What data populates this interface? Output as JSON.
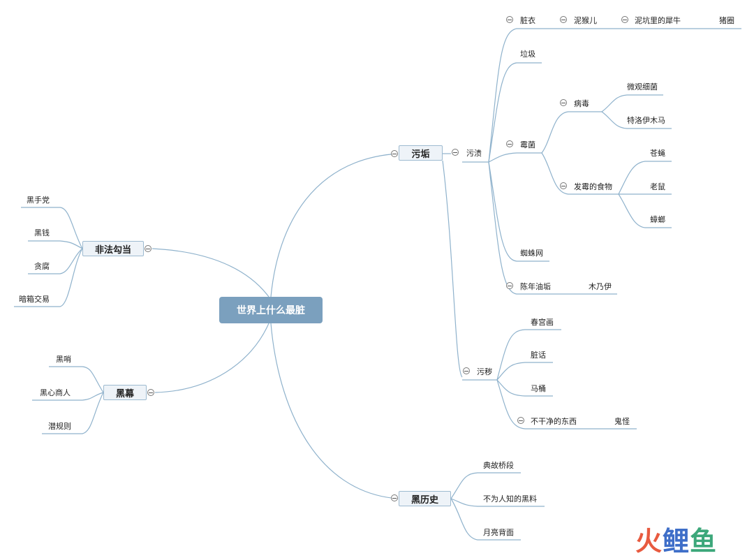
{
  "root": "世界上什么最脏",
  "branches": {
    "wugou": {
      "label": "污垢",
      "wuzi": {
        "label": "污渍",
        "zangyi": "脏衣",
        "nihouer": "泥猴儿",
        "nikeng": "泥坑里的犀牛",
        "zhujuan": "猪圈",
        "laji": "垃圾",
        "meijun": "霉菌",
        "bingdu": "病毒",
        "weiguan": "微观细菌",
        "teluoyi": "特洛伊木马",
        "famei": "发霉的食物",
        "cangying": "苍蝇",
        "laoshu": "老鼠",
        "zhanglang": "蟑螂",
        "zhizhu": "蜘蛛网",
        "chennian": "陈年油垢",
        "munaiyi": "木乃伊"
      },
      "wuhui": {
        "label": "污秽",
        "chungong": "春宫画",
        "zanghua": "脏话",
        "matong": "马桶",
        "buganjing": "不干净的东西",
        "guiguai": "鬼怪"
      }
    },
    "heilishi": {
      "label": "黑历史",
      "diangu": "典故桥段",
      "buweirenzhi": "不为人知的黑料",
      "yueliang": "月亮背面"
    },
    "feifa": {
      "label": "非法勾当",
      "heishoudang": "黑手党",
      "heiqian": "黑钱",
      "tanfu": "贪腐",
      "anxiang": "暗箱交易"
    },
    "heimu": {
      "label": "黑幕",
      "heishao": "黑哨",
      "heixin": "黑心商人",
      "qianguize": "潜规则"
    }
  },
  "watermark": [
    "火",
    "鲤",
    "鱼"
  ],
  "colors": {
    "root_fill": "#7ba0be",
    "line": "#8fb2cc",
    "main_fill": "#eef3f8"
  }
}
